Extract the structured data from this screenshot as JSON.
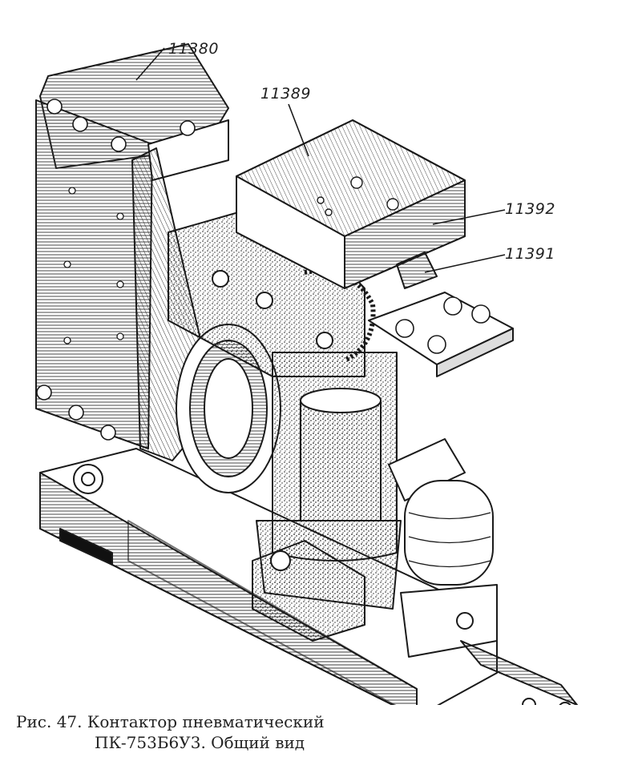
{
  "callouts": [
    {
      "id": "11380",
      "label": "11380"
    },
    {
      "id": "11389",
      "label": "11389"
    },
    {
      "id": "11392",
      "label": "11392"
    },
    {
      "id": "11391",
      "label": "11391"
    }
  ],
  "caption": {
    "line1": "Рис. 47. Контактор пневматический",
    "line2": "ПК-753Б6У3. Общий вид"
  },
  "colors": {
    "ink": "#222222",
    "paper": "#ffffff"
  }
}
